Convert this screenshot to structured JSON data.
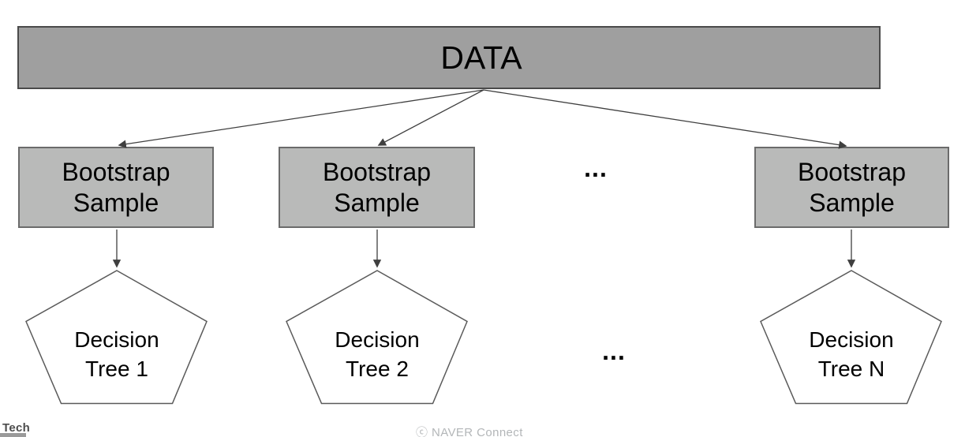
{
  "colors": {
    "canvas_bg": "#ffffff",
    "data_bar_fill": "#9f9f9f",
    "data_bar_border": "#4a4a4a",
    "sample_box_fill": "#b9bab9",
    "sample_box_border": "#6b6b6b",
    "pentagon_fill": "#ffffff",
    "pentagon_border": "#5a5a5a",
    "arrow_color": "#3f3f3f",
    "text_color": "#000000",
    "tech_text_color": "#4d4d4d",
    "tech_underline_color": "#9a9a9a",
    "copyright_color": "#b3b6b8"
  },
  "diagram": {
    "data_node_label": "DATA",
    "sample_nodes": [
      {
        "label": "Bootstrap\nSample"
      },
      {
        "label": "Bootstrap\nSample"
      },
      {
        "label": "Bootstrap\nSample"
      }
    ],
    "tree_nodes": [
      {
        "label": "Decision\nTree 1"
      },
      {
        "label": "Decision\nTree 2"
      },
      {
        "label": "Decision\nTree N"
      }
    ],
    "ellipsis_samples": "...",
    "ellipsis_trees": "..."
  },
  "footer": {
    "brand_label": "Tech",
    "copyright": "ⓒ NAVER Connect"
  }
}
